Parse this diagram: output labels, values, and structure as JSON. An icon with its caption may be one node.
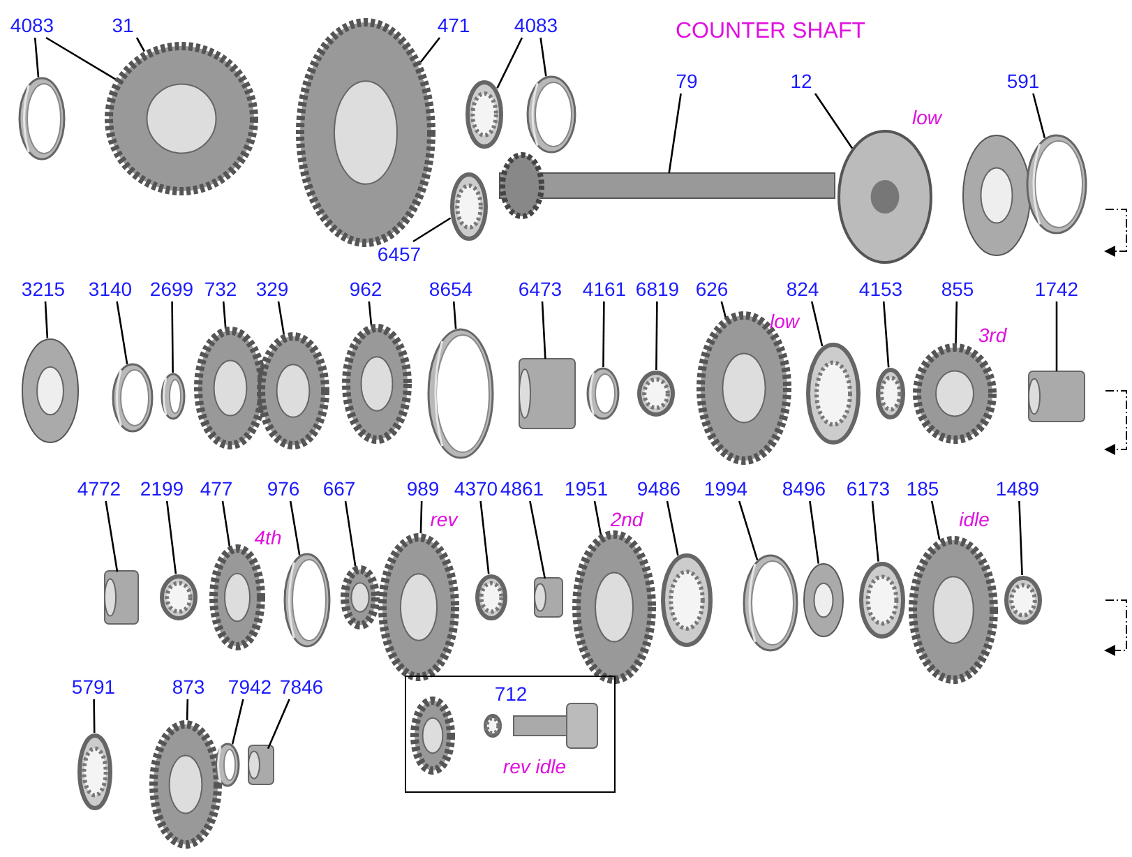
{
  "diagram": {
    "nodes": [
      {
        "text": [
          "4083"
        ]
      },
      {
        "text": [
          "31"
        ]
      },
      {
        "text": [
          "471"
        ]
      },
      {
        "text": [
          "4083"
        ]
      },
      {
        "text": [
          "79"
        ]
      },
      {
        "text": [
          "12"
        ]
      },
      {
        "text": [
          "591"
        ]
      },
      {
        "text": [
          "6457"
        ]
      },
      {
        "text": [
          "3215"
        ]
      },
      {
        "text": [
          "3140"
        ]
      },
      {
        "text": [
          "2699"
        ]
      },
      {
        "text": [
          "732"
        ]
      },
      {
        "text": [
          "329"
        ]
      },
      {
        "text": [
          "962"
        ]
      },
      {
        "text": [
          "8654"
        ]
      },
      {
        "text": [
          "6473"
        ]
      },
      {
        "text": [
          "4161"
        ]
      },
      {
        "text": [
          "6819"
        ]
      },
      {
        "text": [
          "626"
        ]
      },
      {
        "text": [
          "824"
        ]
      },
      {
        "text": [
          "4153"
        ]
      },
      {
        "text": [
          "855"
        ]
      },
      {
        "text": [
          "1742"
        ]
      },
      {
        "text": [
          "4772"
        ]
      },
      {
        "text": [
          "2199"
        ]
      },
      {
        "text": [
          "477"
        ]
      },
      {
        "text": [
          "976"
        ]
      },
      {
        "text": [
          "667"
        ]
      },
      {
        "text": [
          "989"
        ]
      },
      {
        "text": [
          "4370"
        ]
      },
      {
        "text": [
          "4861"
        ]
      },
      {
        "text": [
          "1951"
        ]
      },
      {
        "text": [
          "9486"
        ]
      },
      {
        "text": [
          "1994"
        ]
      },
      {
        "text": [
          "8496"
        ]
      },
      {
        "text": [
          "6173"
        ]
      },
      {
        "text": [
          "185"
        ]
      },
      {
        "text": [
          "1489"
        ]
      },
      {
        "text": [
          "5791"
        ]
      },
      {
        "text": [
          "873"
        ]
      },
      {
        "text": [
          "7942"
        ]
      },
      {
        "text": [
          "7846"
        ]
      },
      {
        "text": [
          "712",
          "rev idle"
        ]
      },
      {
        "text": [],
        "shape": "picture"
      },
      {
        "text": [],
        "shape": "picture"
      },
      {
        "text": [],
        "shape": "picture"
      },
      {
        "text": [],
        "shape": "picture"
      },
      {
        "text": [],
        "shape": "picture"
      },
      {
        "text": [],
        "shape": "picture"
      },
      {
        "text": [],
        "shape": "picture"
      },
      {
        "text": [],
        "shape": "picture"
      },
      {
        "text": [],
        "shape": "picture"
      },
      {
        "text": [],
        "shape": "picture"
      },
      {
        "text": [],
        "shape": "picture"
      },
      {
        "text": [],
        "shape": "picture"
      },
      {
        "text": [],
        "shape": "picture"
      },
      {
        "text": [],
        "shape": "picture"
      },
      {
        "text": [],
        "shape": "picture"
      },
      {
        "text": [],
        "shape": "picture"
      },
      {
        "text": [],
        "shape": "picture"
      },
      {
        "text": [],
        "shape": "picture"
      },
      {
        "text": [],
        "shape": "picture"
      },
      {
        "text": [],
        "shape": "picture"
      },
      {
        "text": [],
        "shape": "picture"
      },
      {
        "text": [],
        "shape": "picture"
      },
      {
        "text": [],
        "shape": "picture"
      },
      {
        "text": [],
        "shape": "picture"
      },
      {
        "text": [],
        "shape": "picture"
      },
      {
        "text": [],
        "shape": "picture"
      },
      {
        "text": [],
        "shape": "picture"
      },
      {
        "text": [],
        "shape": "picture"
      },
      {
        "text": [],
        "shape": "picture"
      },
      {
        "text": [],
        "shape": "picture"
      },
      {
        "text": [],
        "shape": "picture"
      },
      {
        "text": [],
        "shape": "picture"
      },
      {
        "text": [],
        "shape": "picture"
      },
      {
        "text": [],
        "shape": "picture"
      },
      {
        "text": [],
        "shape": "picture"
      },
      {
        "text": [],
        "shape": "picture"
      },
      {
        "text": [],
        "shape": "picture"
      },
      {
        "text": [],
        "shape": "picture"
      },
      {
        "text": [],
        "shape": "picture"
      },
      {
        "text": [],
        "shape": "picture"
      },
      {
        "text": [],
        "shape": "picture"
      },
      {
        "text": [],
        "shape": "picture"
      },
      {
        "text": [],
        "shape": "picture"
      },
      {
        "text": [],
        "shape": "picture"
      },
      {
        "text": [],
        "shape": "picture",
        "in": 42
      },
      {
        "text": [],
        "shape": "picture",
        "in": 42
      },
      {
        "text": [],
        "shape": "picture",
        "in": 42
      }
    ],
    "edges": [
      {
        "from": 0,
        "to": 43,
        "arrow": "none"
      },
      {
        "from": 0,
        "to": 44,
        "arrow": "none"
      },
      {
        "from": 1,
        "to": 44,
        "arrow": "none"
      },
      {
        "from": 2,
        "to": 45,
        "arrow": "none"
      },
      {
        "from": 3,
        "to": 46,
        "arrow": "none"
      },
      {
        "from": 3,
        "to": 47,
        "arrow": "none"
      },
      {
        "from": 4,
        "to": 49,
        "arrow": "none"
      },
      {
        "from": 5,
        "to": 50,
        "arrow": "none"
      },
      {
        "from": 6,
        "to": 52,
        "arrow": "none"
      },
      {
        "from": 7,
        "to": 48,
        "arrow": "none"
      },
      {
        "from": 8,
        "to": 53,
        "arrow": "none"
      },
      {
        "from": 9,
        "to": 54,
        "arrow": "none"
      },
      {
        "from": 10,
        "to": 55,
        "arrow": "none"
      },
      {
        "from": 11,
        "to": 56,
        "arrow": "none"
      },
      {
        "from": 12,
        "to": 57,
        "arrow": "none"
      },
      {
        "from": 13,
        "to": 58,
        "arrow": "none"
      },
      {
        "from": 14,
        "to": 59,
        "arrow": "none"
      },
      {
        "from": 15,
        "to": 60,
        "arrow": "none"
      },
      {
        "from": 16,
        "to": 61,
        "arrow": "none"
      },
      {
        "from": 17,
        "to": 62,
        "arrow": "none"
      },
      {
        "from": 18,
        "to": 63,
        "arrow": "none"
      },
      {
        "from": 19,
        "to": 64,
        "arrow": "none"
      },
      {
        "from": 20,
        "to": 65,
        "arrow": "none"
      },
      {
        "from": 21,
        "to": 66,
        "arrow": "none"
      },
      {
        "from": 22,
        "to": 67,
        "arrow": "none"
      },
      {
        "from": 23,
        "to": 68,
        "arrow": "none"
      },
      {
        "from": 24,
        "to": 69,
        "arrow": "none"
      },
      {
        "from": 25,
        "to": 70,
        "arrow": "none"
      },
      {
        "from": 26,
        "to": 71,
        "arrow": "none"
      },
      {
        "from": 27,
        "to": 72,
        "arrow": "none"
      },
      {
        "from": 28,
        "to": 73,
        "arrow": "none"
      },
      {
        "from": 29,
        "to": 74,
        "arrow": "none"
      },
      {
        "from": 30,
        "to": 75,
        "arrow": "none"
      },
      {
        "from": 31,
        "to": 76,
        "arrow": "none"
      },
      {
        "from": 32,
        "to": 77,
        "arrow": "none"
      },
      {
        "from": 33,
        "to": 78,
        "arrow": "none"
      },
      {
        "from": 34,
        "to": 79,
        "arrow": "none"
      },
      {
        "from": 35,
        "to": 80,
        "arrow": "none"
      },
      {
        "from": 36,
        "to": 81,
        "arrow": "none"
      },
      {
        "from": 37,
        "to": 82,
        "arrow": "none"
      },
      {
        "from": 38,
        "to": 83,
        "arrow": "none"
      },
      {
        "from": 39,
        "to": 84,
        "arrow": "none"
      },
      {
        "from": 40,
        "to": 85,
        "arrow": "none"
      },
      {
        "from": 41,
        "to": 86,
        "arrow": "none"
      }
    ],
    "labels": [
      "COUNTER SHAFT",
      "low",
      "low",
      "3rd",
      "4th",
      "rev",
      "2nd",
      "idle"
    ]
  }
}
